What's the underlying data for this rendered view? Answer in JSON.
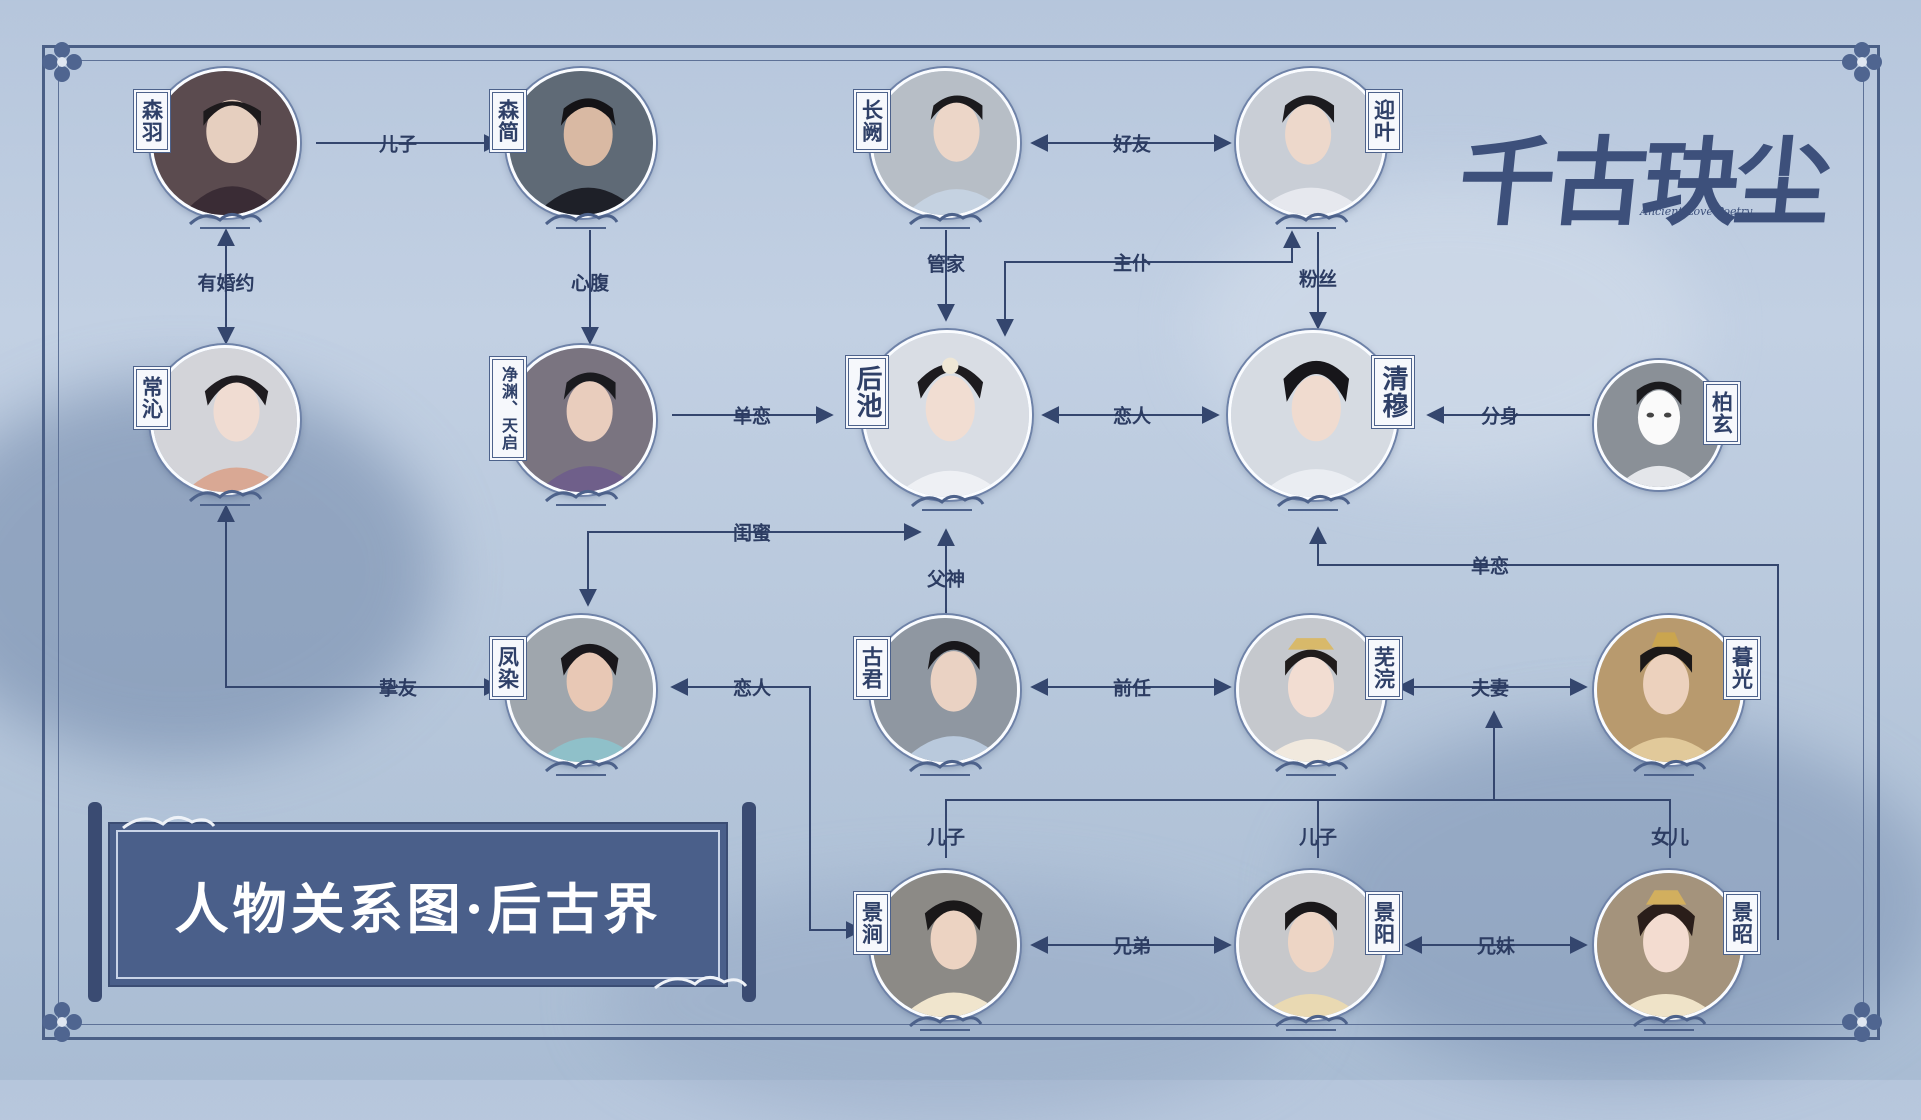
{
  "title": "人物关系图·后古界",
  "logo": {
    "text": "千古玦尘",
    "subtitle": "Ancient Love Poetry"
  },
  "characters": {
    "senyu": "森羽",
    "senjian": "森简",
    "changque": "长阙",
    "yingye": "迎叶",
    "changqin": "常沁",
    "jingjian": "净渊、天启",
    "houchi": "后池",
    "qingmu": "清穆",
    "baixuan": "柏玄",
    "fengran": "凤染",
    "gujun": "古君",
    "wuwan": "芜浣",
    "muguang": "暮光",
    "jingjian2": "景涧",
    "jingyang": "景阳",
    "jingzhao": "景昭"
  },
  "relations": {
    "r_senyu_senjian": "儿子",
    "r_changque_yingye": "好友",
    "r_senyu_changqin": "有婚约",
    "r_senjian_jingyuan": "心腹",
    "r_changque_houchi": "管家",
    "r_zhupu": "主仆",
    "r_fensi": "粉丝",
    "r_jingyuan_houchi": "单恋",
    "r_houchi_qingmu": "恋人",
    "r_baixuan_qingmu": "分身",
    "r_guimi": "闺蜜",
    "r_fushen": "父神",
    "r_jingzhao_qingmu": "单恋",
    "r_zhiyou": "挚友",
    "r_fengran_jingjian": "恋人",
    "r_qianren": "前任",
    "r_fuqi": "夫妻",
    "r_erzi1": "儿子",
    "r_erzi2": "儿子",
    "r_nver": "女儿",
    "r_xiongdi": "兄弟",
    "r_xiongmei": "兄妹"
  },
  "colors": {
    "line": "#34466e",
    "frame": "#4a5f86",
    "plaque_text": "#2f4068"
  }
}
